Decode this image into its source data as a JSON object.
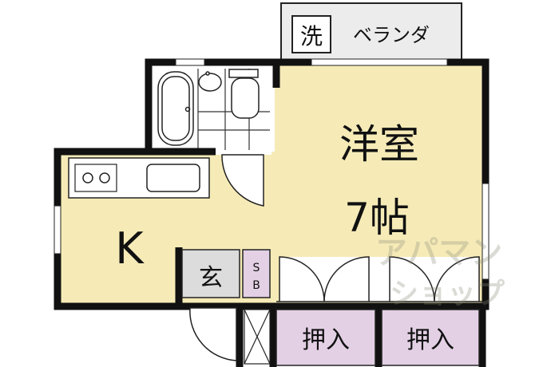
{
  "plan": {
    "veranda_label": "ベランダ",
    "washer_label": "洗",
    "room_type": "洋室",
    "room_size": "7帖",
    "kitchen_label": "K",
    "entrance_label": "玄",
    "shoebox_label_1": "S",
    "shoebox_label_2": "B",
    "closet_left_label": "押入",
    "closet_right_label": "押入"
  },
  "watermark": {
    "text": "アパマンショップ"
  },
  "colors": {
    "room": "#f6ebb7",
    "closet": "#e3d0e4",
    "veranda": "#ececec",
    "entrance": "#dcdcdc",
    "wall": "#111111"
  }
}
